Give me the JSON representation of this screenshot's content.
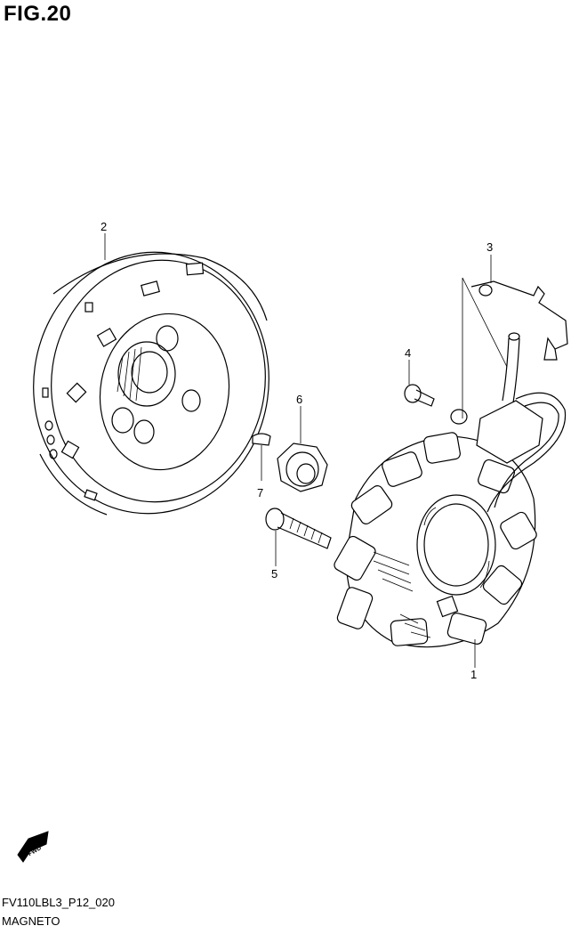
{
  "header": {
    "title": "FIG.20"
  },
  "callouts": [
    {
      "id": "1",
      "label": "1"
    },
    {
      "id": "2",
      "label": "2"
    },
    {
      "id": "3",
      "label": "3"
    },
    {
      "id": "4",
      "label": "4"
    },
    {
      "id": "5",
      "label": "5"
    },
    {
      "id": "6",
      "label": "6"
    },
    {
      "id": "7",
      "label": "7"
    }
  ],
  "fwd_mark": {
    "label": "FWD"
  },
  "footer": {
    "code": "FV110LBL3_P12_020",
    "name": "MAGNETO"
  }
}
